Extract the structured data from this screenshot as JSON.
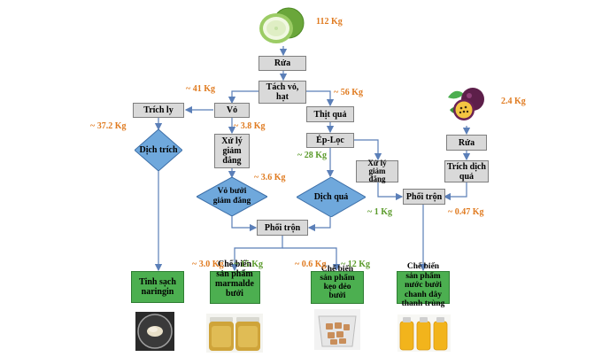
{
  "title": "",
  "steps": {
    "rua1": "Rửa",
    "tach": "Tách vỏ,\nhạt",
    "vo": "Vỏ",
    "trich_ly": "Trích ly",
    "thit_qua": "Thịt quả",
    "xu_ly1": "Xử lý\ngiảm\nđắng",
    "ep_loc": "Ép-Lọc",
    "xu_ly2": "Xử lý\ngiảm\nđắng",
    "rua2": "Rửa",
    "trich_dich": "Trích dịch\nquả",
    "phoi_tron1": "Phối trộn",
    "phoi_tron2": "Phối trộn"
  },
  "decisions": {
    "dich_trich": "Dịch trích",
    "vo_buoi": "Vỏ bưởi\ngiảm đắng",
    "dich_qua": "Dịch quả"
  },
  "products": {
    "naringin": "Tinh sạch\nnaringin",
    "marmalade": "Chế biến\nsản phẩm\nmarmalde\nbưởi",
    "keo_deo": "Chế biến\nsản phẩm\nkẹo dẻo\nbưởi",
    "nuoc": "Chế biến\nsản phẩm\nnước bưởi\nchanh dây\nthanh trùng"
  },
  "weights": {
    "w112": "112 Kg",
    "w41": "~ 41 Kg",
    "w56": "~ 56 Kg",
    "w37": "~ 37.2 Kg",
    "w38": "~ 3.8 Kg",
    "w36": "~ 3.6 Kg",
    "w28": "~ 28 Kg",
    "w1": "~ 1 Kg",
    "w24": "2.4 Kg",
    "w047": "~ 0.47 Kg",
    "w30": "~ 3.0 Kg",
    "w15": "~ 15 Kg",
    "w06": "~ 0.6 Kg",
    "w12": "~ 12 Kg"
  },
  "colors": {
    "process_box": "#d9d9d9",
    "decision": "#6fa8dc",
    "product": "#4caf50",
    "arrow": "#5b7fb8",
    "orange_weight": "#e07b20",
    "green_weight": "#5a9a2a"
  },
  "icons": [
    "pomelo-icon",
    "passion-fruit-icon",
    "naringin-powder-icon",
    "marmalade-jars-icon",
    "gummy-cup-icon",
    "juice-bottles-icon"
  ]
}
